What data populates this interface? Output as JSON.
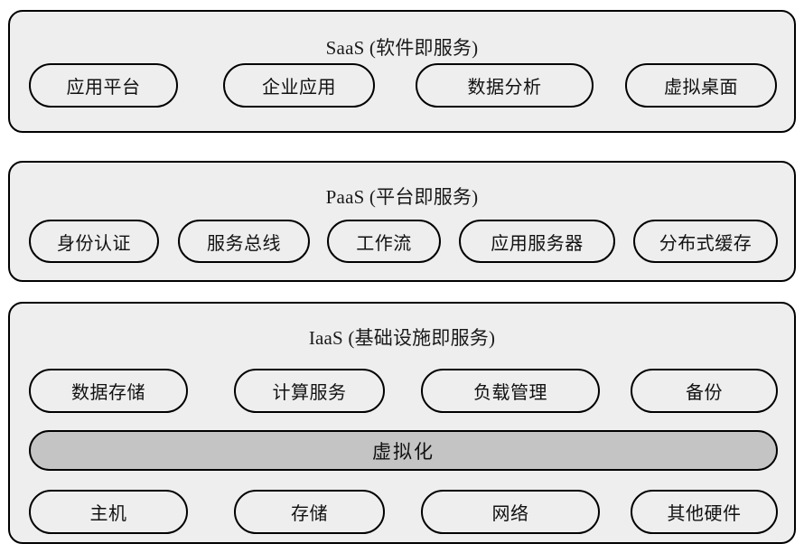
{
  "diagram": {
    "title_font_note": "serif",
    "colors": {
      "layer_fill": "#eeeeee",
      "pill_fill": "#eeeeee",
      "virtualization_fill": "#c4c4c4",
      "stroke": "#000000",
      "page_background": "#ffffff"
    }
  },
  "layers": [
    {
      "id": "saas",
      "title": "SaaS (软件即服务)",
      "rows": [
        {
          "id": "saas-services",
          "items": [
            {
              "label": "应用平台"
            },
            {
              "label": "企业应用"
            },
            {
              "label": "数据分析"
            },
            {
              "label": "虚拟桌面"
            }
          ]
        }
      ]
    },
    {
      "id": "paas",
      "title": "PaaS (平台即服务)",
      "rows": [
        {
          "id": "paas-services",
          "items": [
            {
              "label": "身份认证"
            },
            {
              "label": "服务总线"
            },
            {
              "label": "工作流"
            },
            {
              "label": "应用服务器"
            },
            {
              "label": "分布式缓存"
            }
          ]
        }
      ]
    },
    {
      "id": "iaas",
      "title": "IaaS (基础设施即服务)",
      "rows": [
        {
          "id": "iaas-services",
          "items": [
            {
              "label": "数据存储"
            },
            {
              "label": "计算服务"
            },
            {
              "label": "负载管理"
            },
            {
              "label": "备份"
            }
          ]
        },
        {
          "id": "iaas-virtualization",
          "items": [
            {
              "label": "虚拟化"
            }
          ]
        },
        {
          "id": "iaas-hardware",
          "items": [
            {
              "label": "主机"
            },
            {
              "label": "存储"
            },
            {
              "label": "网络"
            },
            {
              "label": "其他硬件"
            }
          ]
        }
      ]
    }
  ]
}
